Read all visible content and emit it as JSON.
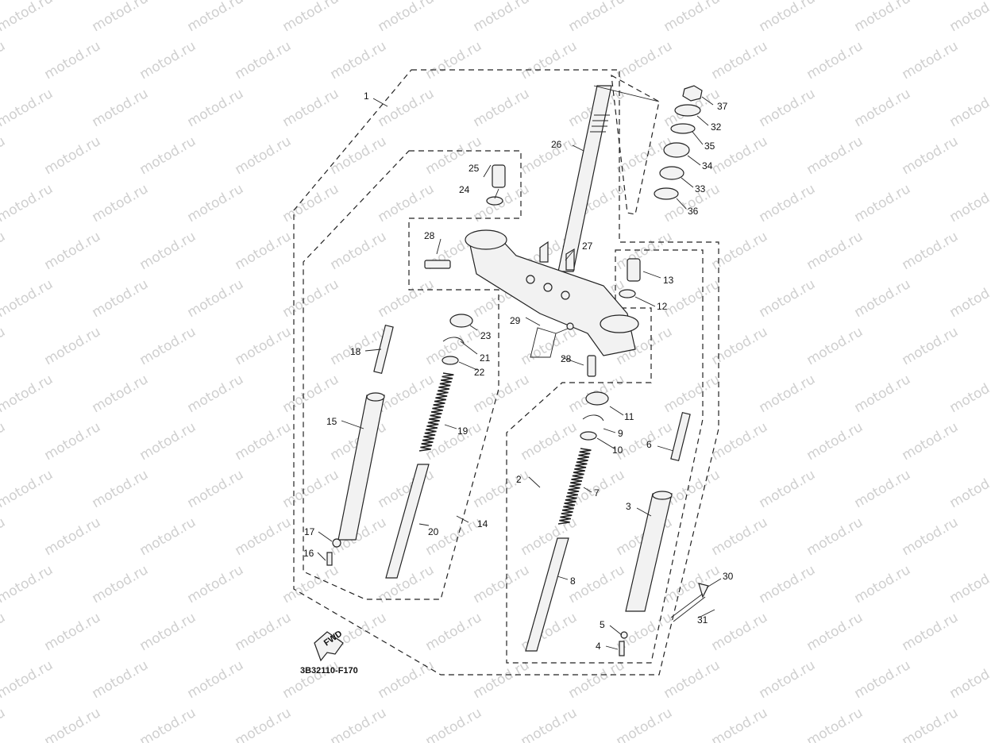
{
  "watermark": {
    "text": "motod.ru"
  },
  "diagram": {
    "code": "3B32110-F170",
    "fwd_text": "FWD",
    "callouts": [
      {
        "id": "c1",
        "text": "1"
      },
      {
        "id": "c2",
        "text": "2"
      },
      {
        "id": "c3",
        "text": "3"
      },
      {
        "id": "c4",
        "text": "4"
      },
      {
        "id": "c5",
        "text": "5"
      },
      {
        "id": "c6",
        "text": "6"
      },
      {
        "id": "c7",
        "text": "7"
      },
      {
        "id": "c8",
        "text": "8"
      },
      {
        "id": "c9",
        "text": "9"
      },
      {
        "id": "c10",
        "text": "10"
      },
      {
        "id": "c11",
        "text": "11"
      },
      {
        "id": "c12",
        "text": "12"
      },
      {
        "id": "c13",
        "text": "13"
      },
      {
        "id": "c14",
        "text": "14"
      },
      {
        "id": "c15",
        "text": "15"
      },
      {
        "id": "c16",
        "text": "16"
      },
      {
        "id": "c17",
        "text": "17"
      },
      {
        "id": "c18",
        "text": "18"
      },
      {
        "id": "c19",
        "text": "19"
      },
      {
        "id": "c20",
        "text": "20"
      },
      {
        "id": "c21",
        "text": "21"
      },
      {
        "id": "c22",
        "text": "22"
      },
      {
        "id": "c23",
        "text": "23"
      },
      {
        "id": "c24",
        "text": "24"
      },
      {
        "id": "c25",
        "text": "25"
      },
      {
        "id": "c26",
        "text": "26"
      },
      {
        "id": "c27",
        "text": "27"
      },
      {
        "id": "c28a",
        "text": "28"
      },
      {
        "id": "c28b",
        "text": "28"
      },
      {
        "id": "c29",
        "text": "29"
      },
      {
        "id": "c30",
        "text": "30"
      },
      {
        "id": "c31",
        "text": "31"
      },
      {
        "id": "c32",
        "text": "32"
      },
      {
        "id": "c33",
        "text": "33"
      },
      {
        "id": "c34",
        "text": "34"
      },
      {
        "id": "c35",
        "text": "35"
      },
      {
        "id": "c36",
        "text": "36"
      },
      {
        "id": "c37",
        "text": "37"
      }
    ]
  }
}
